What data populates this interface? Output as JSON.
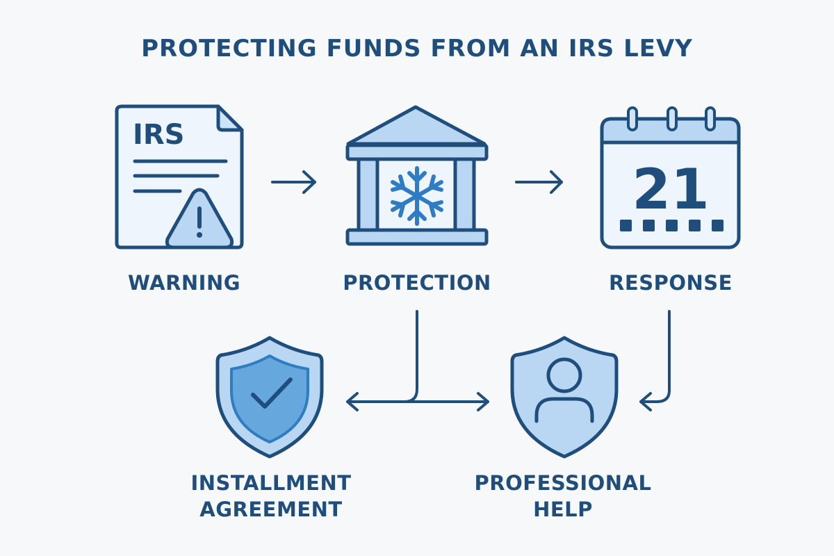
{
  "title": "PROTECTING FUNDS FROM AN IRS LEVY",
  "colors": {
    "stroke": "#1f4e7c",
    "fill_light": "#eef5fc",
    "fill_mid": "#b9d7f2",
    "fill_accent": "#66a8dd",
    "snowflake": "#2f7cc4",
    "background": "#f7f8fa"
  },
  "steps": [
    {
      "id": "warning",
      "label": "WARNING",
      "icon": "irs-document-warning-icon",
      "doc_text": "IRS"
    },
    {
      "id": "protection",
      "label": "PROTECTION",
      "icon": "bank-snowflake-icon"
    },
    {
      "id": "response",
      "label": "RESPONSE",
      "icon": "calendar-icon",
      "calendar_number": "21"
    },
    {
      "id": "installment",
      "label_line1": "INSTALLMENT",
      "label_line2": "AGREEMENT",
      "icon": "shield-check-icon"
    },
    {
      "id": "professional",
      "label_line1": "PROFESSIONAL",
      "label_line2": "HELP",
      "icon": "shield-person-icon"
    }
  ],
  "connections": [
    {
      "from": "warning",
      "to": "protection",
      "type": "arrow"
    },
    {
      "from": "protection",
      "to": "response",
      "type": "arrow"
    },
    {
      "from": "protection",
      "to": [
        "installment",
        "professional"
      ],
      "type": "split-arrow"
    },
    {
      "from": "response",
      "to": "professional",
      "type": "elbow-arrow"
    }
  ]
}
